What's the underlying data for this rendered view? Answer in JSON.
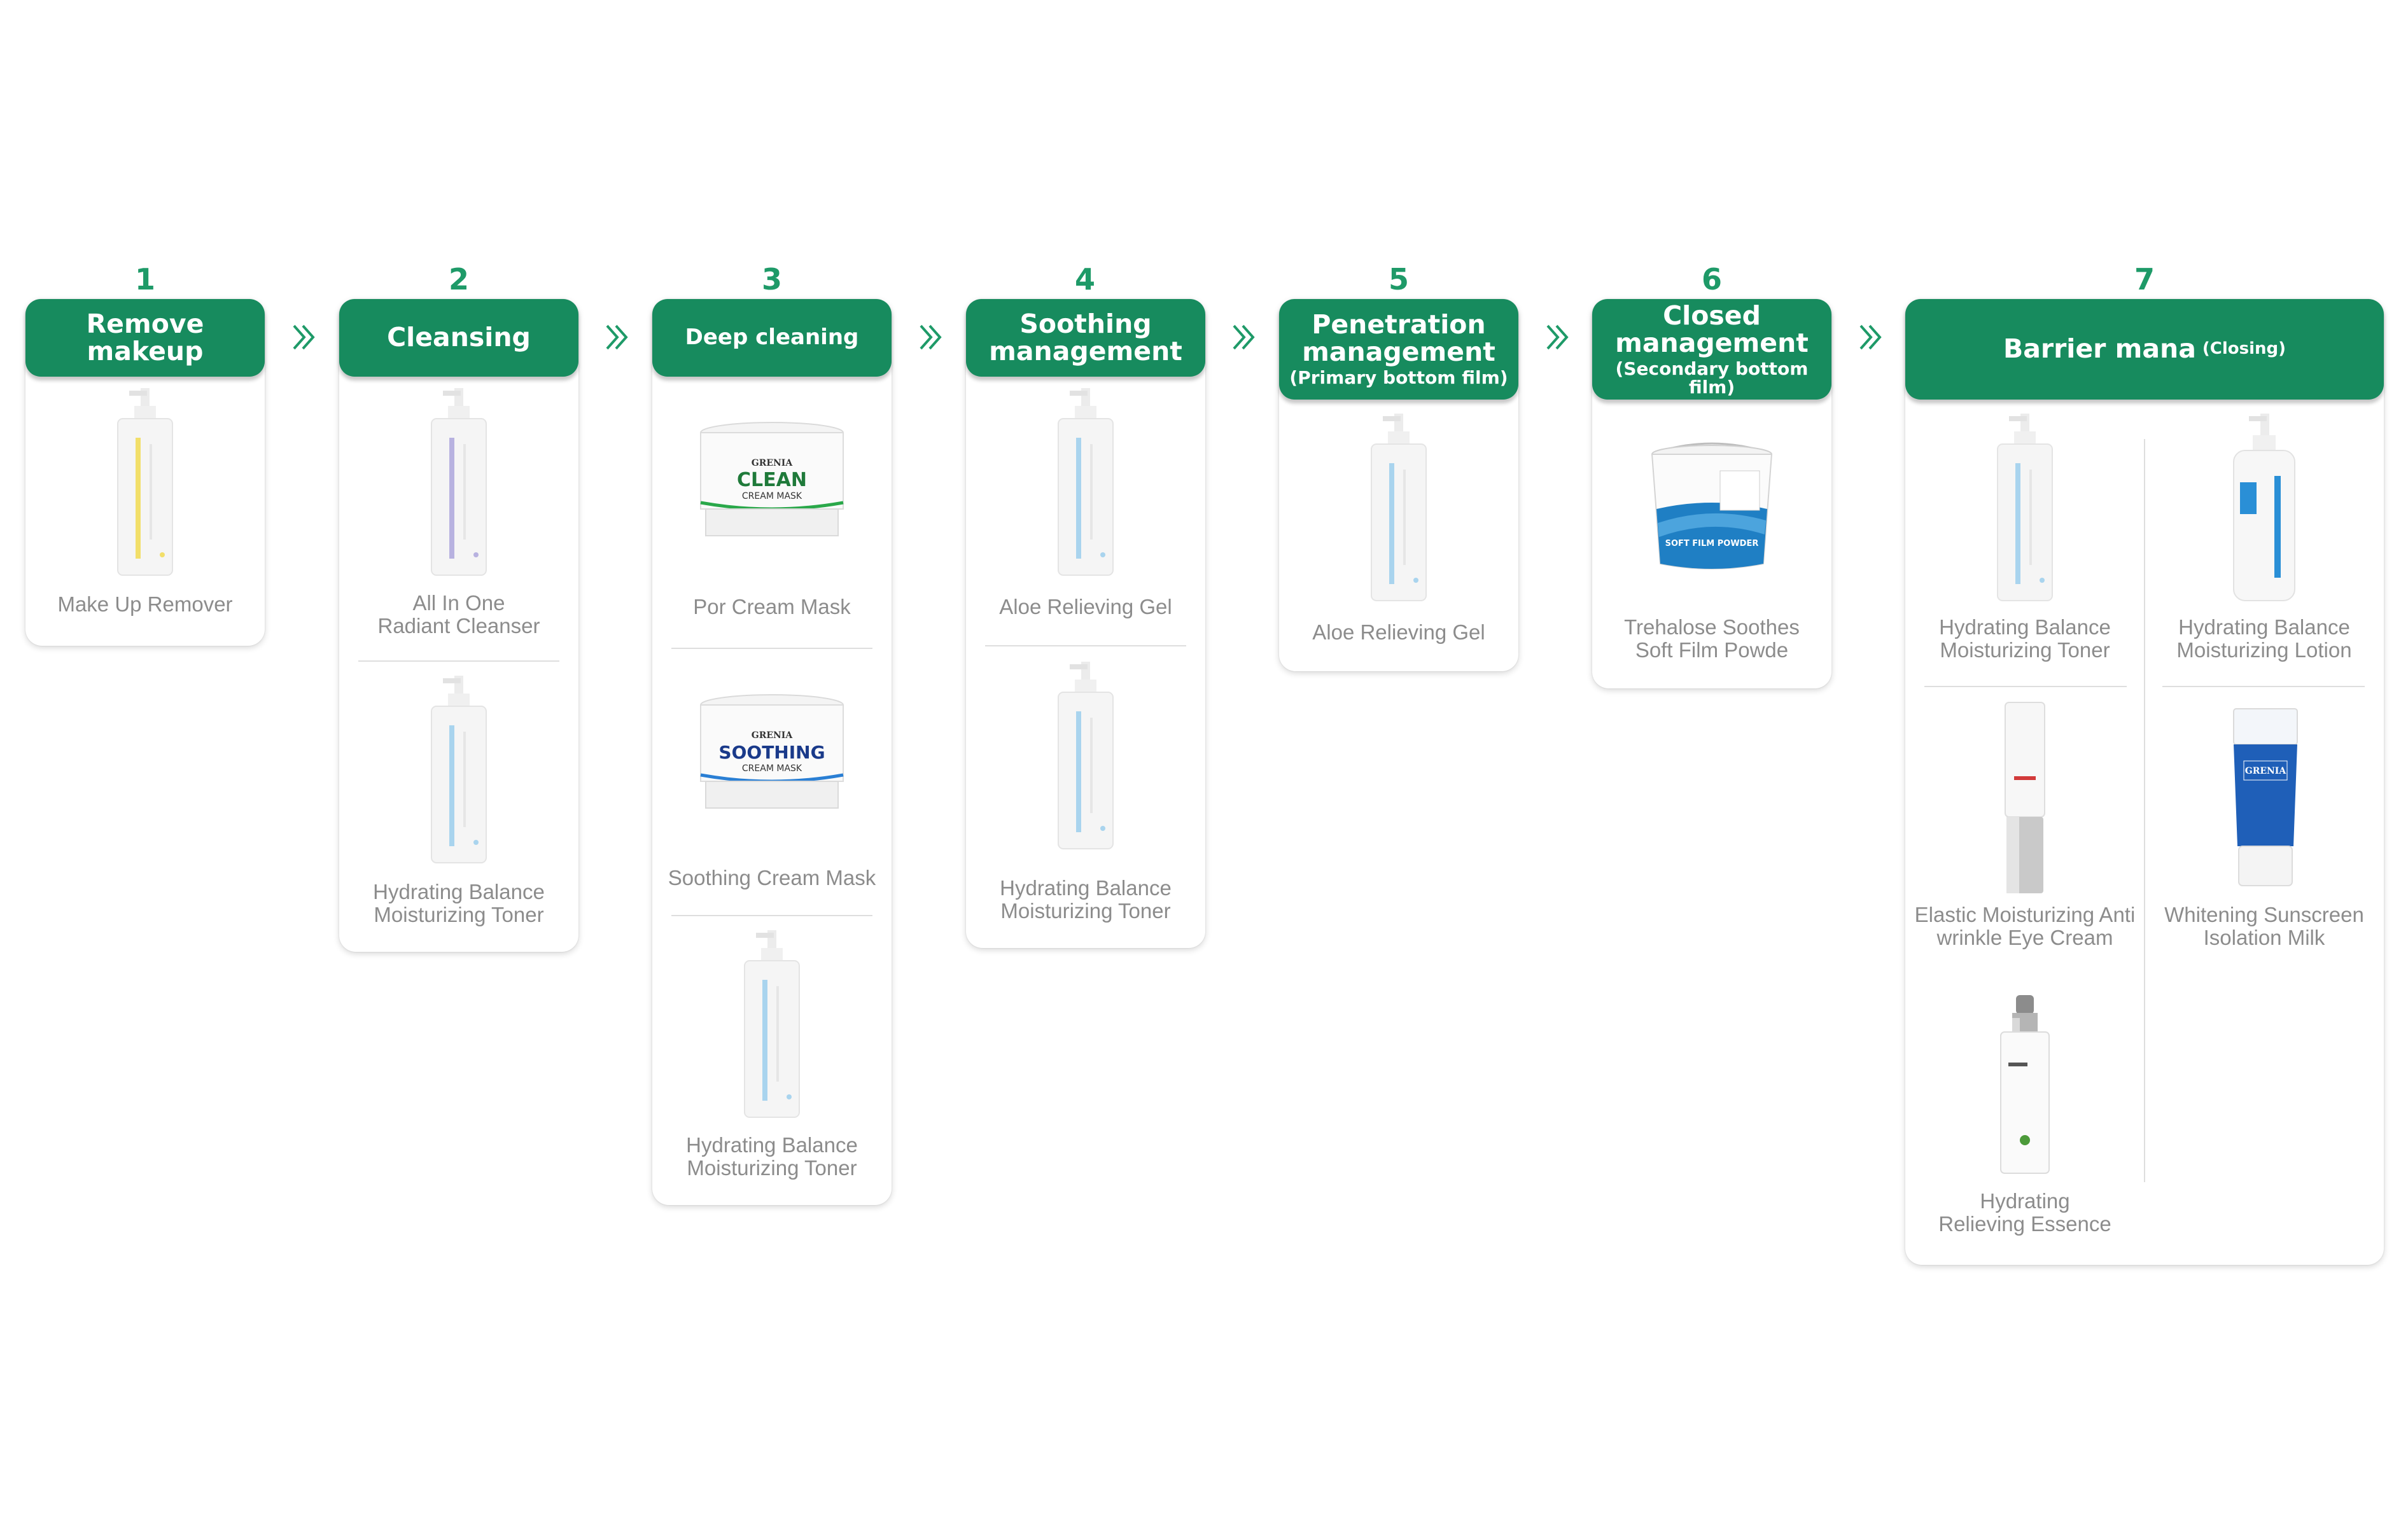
{
  "steps": [
    {
      "number": "1",
      "title": "Remove makeup",
      "products": [
        {
          "name_l1": "Make Up Remover",
          "name_l2": ""
        }
      ]
    },
    {
      "number": "2",
      "title": "Cleansing",
      "products": [
        {
          "name_l1": "All In One",
          "name_l2": "Radiant Cleanser"
        },
        {
          "name_l1": "Hydrating Balance",
          "name_l2": "Moisturizing Toner"
        }
      ]
    },
    {
      "number": "3",
      "title": "Deep cleaning",
      "products": [
        {
          "name_l1": "Por Cream Mask",
          "name_l2": ""
        },
        {
          "name_l1": "Soothing Cream Mask",
          "name_l2": ""
        },
        {
          "name_l1": "Hydrating Balance",
          "name_l2": "Moisturizing Toner"
        }
      ]
    },
    {
      "number": "4",
      "title_l1": "Soothing",
      "title_l2": "management",
      "products": [
        {
          "name_l1": "Aloe Relieving Gel",
          "name_l2": ""
        },
        {
          "name_l1": "Hydrating Balance",
          "name_l2": "Moisturizing Toner"
        }
      ]
    },
    {
      "number": "5",
      "title_l1": "Penetration",
      "title_l2": "management",
      "subtitle": "(Primary bottom film)",
      "products": [
        {
          "name_l1": "Aloe Relieving Gel",
          "name_l2": ""
        }
      ]
    },
    {
      "number": "6",
      "title_l1": "Closed",
      "title_l2": "management",
      "subtitle": "(Secondary bottom film)",
      "products": [
        {
          "name_l1": "Trehalose Soothes",
          "name_l2": "Soft Film Powde"
        }
      ]
    },
    {
      "number": "7",
      "title": "Barrier mana",
      "title_suffix": "(Closing)",
      "products": [
        {
          "name_l1": "Hydrating Balance",
          "name_l2": "Moisturizing Toner"
        },
        {
          "name_l1": "Hydrating Balance",
          "name_l2": "Moisturizing Lotion"
        },
        {
          "name_l1": "Elastic Moisturizing Anti",
          "name_l2": "wrinkle Eye Cream"
        },
        {
          "name_l1": "Whitening Sunscreen",
          "name_l2": "Isolation Milk"
        },
        {
          "name_l1": "Hydrating",
          "name_l2": "Relieving Essence"
        }
      ]
    }
  ],
  "packaging_text": {
    "brand": "GRENIA",
    "clean_mask_big": "CLEAN",
    "clean_mask_small": "CREAM MASK",
    "soothing_mask_big": "SOOTHING",
    "soothing_mask_small": "CREAM MASK",
    "powder_label": "SOFT FILM POWDER",
    "sunscreen_label": "GRENIA"
  },
  "colors": {
    "brand_green": "#178b5e",
    "number_green": "#1e9a68",
    "caption_gray": "#8c8c8c",
    "label_yellow": "#f2df6a",
    "label_lavender": "#b8b2e0",
    "label_blue": "#a9d4ee"
  }
}
